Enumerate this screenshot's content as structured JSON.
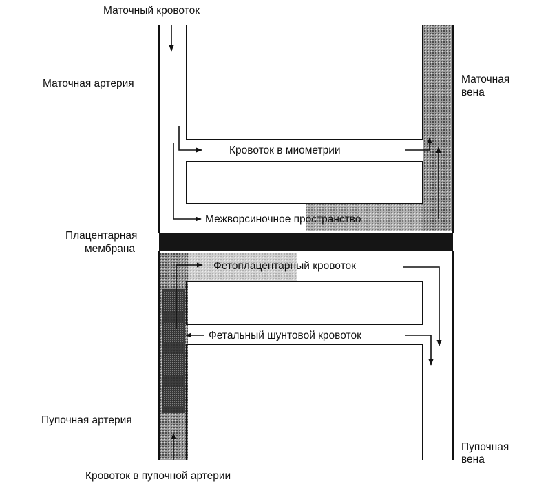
{
  "labels": {
    "uterine_blood_flow": "Маточный кровоток",
    "uterine_artery": "Маточная артерия",
    "uterine_vein_line1": "Маточная",
    "uterine_vein_line2": "вена",
    "myometrial_flow": "Кровоток в миометрии",
    "intervillous_space": "Межворсиночное пространство",
    "placental_membrane_line1": "Плацентарная",
    "placental_membrane_line2": "мембрана",
    "fetoplacental_flow": "Фетоплацентарный кровоток",
    "fetal_shunt_flow": "Фетальный шунтовой кровоток",
    "umbilical_artery": "Пупочная артерия",
    "umbilical_vein_line1": "Пупочная",
    "umbilical_vein_line2": "вена",
    "umbilical_artery_flow": "Кровоток в пупочной артерии"
  },
  "colors": {
    "line": "#111111",
    "membrane": "#151515",
    "shading": "#6e6e6e"
  }
}
